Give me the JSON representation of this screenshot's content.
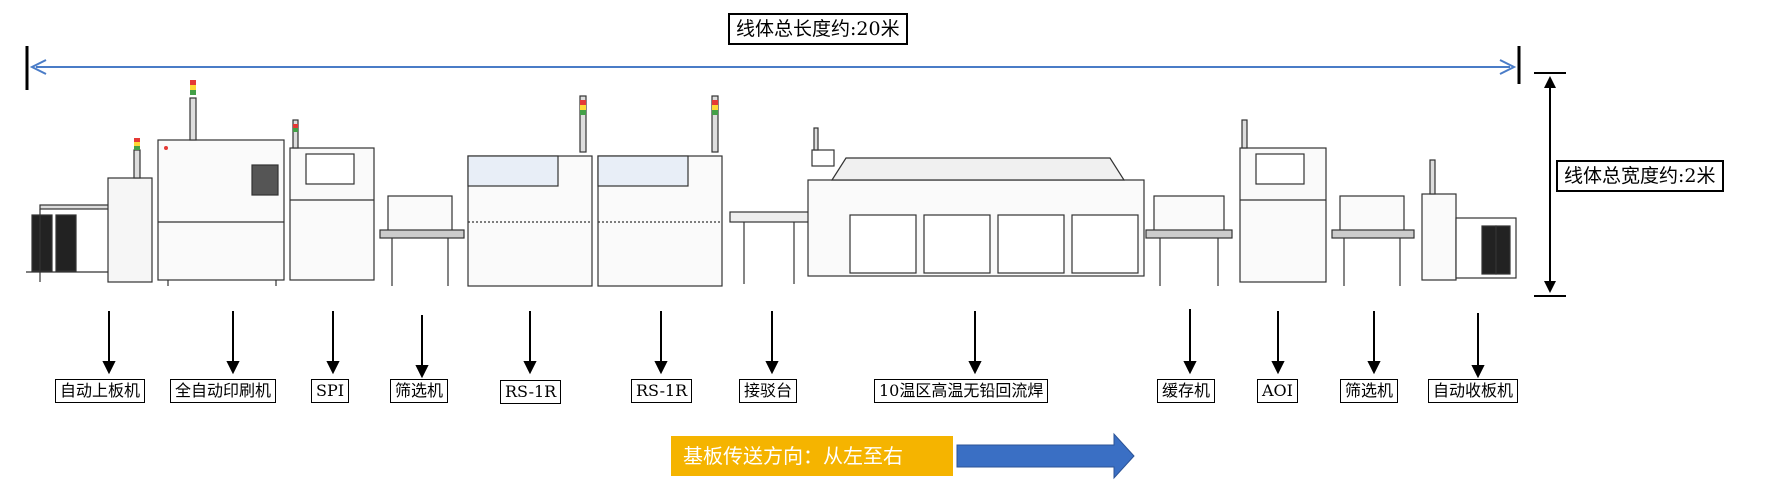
{
  "dimensions": {
    "length_label": "线体总长度约:20米",
    "width_label": "线体总宽度约:2米"
  },
  "machines": [
    {
      "label": "自动上板机"
    },
    {
      "label": "全自动印刷机"
    },
    {
      "label": "SPI"
    },
    {
      "label": "筛选机"
    },
    {
      "label": "RS-1R"
    },
    {
      "label": "RS-1R"
    },
    {
      "label": "接驳台"
    },
    {
      "label": "10温区高温无铅回流焊"
    },
    {
      "label": "缓存机"
    },
    {
      "label": "AOI"
    },
    {
      "label": "筛选机"
    },
    {
      "label": "自动收板机"
    }
  ],
  "flow": {
    "label": "基板传送方向：从左至右",
    "box_color": "#f5b400",
    "arrow_color": "#3a6fc4"
  },
  "colors": {
    "dimension_arrow": "#4a7cc7",
    "machine_outline": "#333333",
    "machine_fill": "#f4f4f4"
  }
}
